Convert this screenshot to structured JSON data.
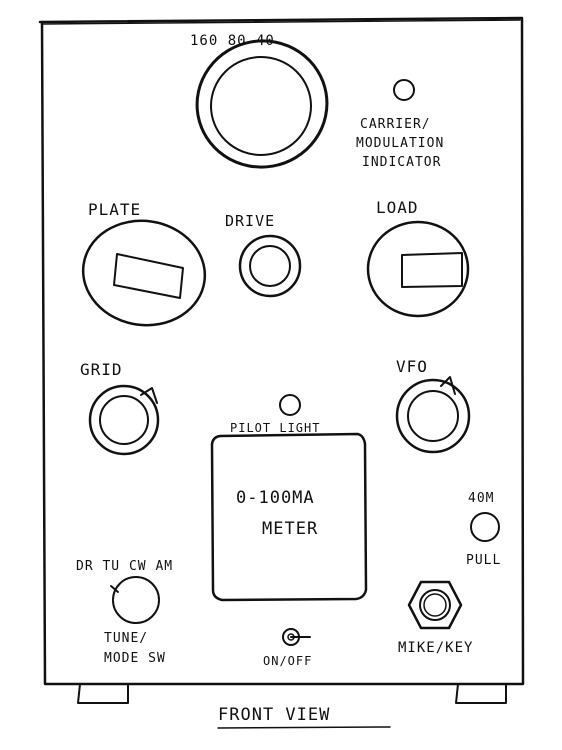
{
  "band_switch": {
    "label": "160 80 40"
  },
  "indicator": {
    "line1": "CARRIER/",
    "line2": "MODULATION",
    "line3": "INDICATOR"
  },
  "plate": {
    "label": "PLATE"
  },
  "drive": {
    "label": "DRIVE"
  },
  "load": {
    "label": "LOAD"
  },
  "grid": {
    "label": "GRID"
  },
  "vfo": {
    "label": "VFO"
  },
  "pilot": {
    "label": "PILOT LIGHT"
  },
  "meter": {
    "line1": "0-100MA",
    "line2": "METER"
  },
  "switch_40m": {
    "label_top": "40M",
    "label_bottom": "PULL"
  },
  "mode_switch": {
    "positions": "DR TU CW AM",
    "line1": "TUNE/",
    "line2": "MODE SW"
  },
  "power_switch": {
    "label": "ON/OFF"
  },
  "mike_key": {
    "label": "MIKE/KEY"
  },
  "caption": {
    "label": "FRONT VIEW"
  }
}
